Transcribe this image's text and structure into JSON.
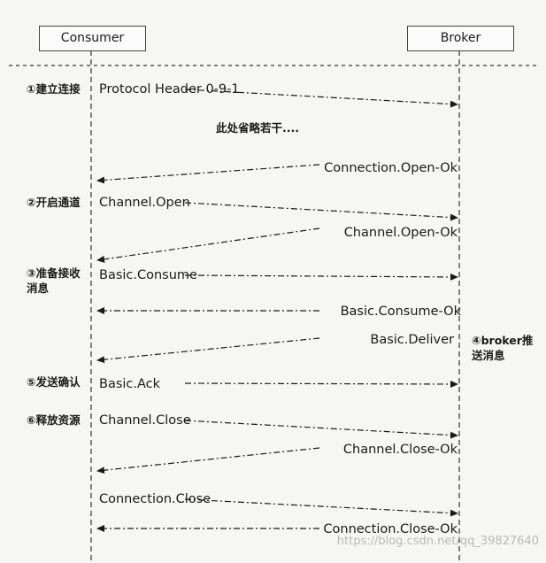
{
  "actors": {
    "consumer": "Consumer",
    "broker": "Broker"
  },
  "steps": {
    "connect": "①建立连接",
    "open_channel": "②开启通道",
    "prepare_line1": "③准备接收",
    "prepare_line2": "消息",
    "confirm": "⑤发送确认",
    "release": "⑥释放资源",
    "broker_push_line1": "④broker推",
    "broker_push_line2": "送消息"
  },
  "note": "此处省略若干....",
  "messages": [
    {
      "label": "Protocol Header 0-9-1",
      "from": "consumer",
      "to": "broker"
    },
    {
      "label": "Connection.Open-Ok",
      "from": "broker",
      "to": "consumer"
    },
    {
      "label": "Channel.Open",
      "from": "consumer",
      "to": "broker"
    },
    {
      "label": "Channel.Open-Ok",
      "from": "broker",
      "to": "consumer"
    },
    {
      "label": "Basic.Consume",
      "from": "consumer",
      "to": "broker"
    },
    {
      "label": "Basic.Consume-Ok",
      "from": "broker",
      "to": "consumer"
    },
    {
      "label": "Basic.Deliver",
      "from": "broker",
      "to": "consumer"
    },
    {
      "label": "Basic.Ack",
      "from": "consumer",
      "to": "broker"
    },
    {
      "label": "Channel.Close",
      "from": "consumer",
      "to": "broker"
    },
    {
      "label": "Channel.Close-Ok",
      "from": "broker",
      "to": "consumer"
    },
    {
      "label": "Connection.Close",
      "from": "consumer",
      "to": "broker"
    },
    {
      "label": "Connection.Close-Ok",
      "from": "broker",
      "to": "consumer"
    }
  ],
  "watermark": "https://blog.csdn.net/qq_39827640"
}
